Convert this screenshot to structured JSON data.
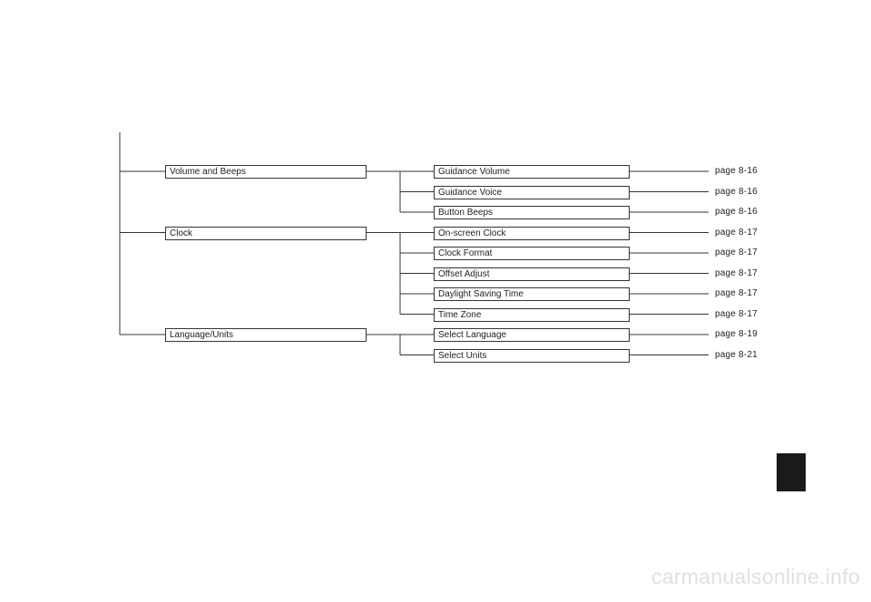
{
  "menu": [
    {
      "label": "Volume and Beeps",
      "items": [
        {
          "label": "Guidance Volume",
          "ref": "page 8-16"
        },
        {
          "label": "Guidance Voice",
          "ref": "page 8-16"
        },
        {
          "label": "Button Beeps",
          "ref": "page 8-16"
        }
      ]
    },
    {
      "label": "Clock",
      "items": [
        {
          "label": "On-screen Clock",
          "ref": "page 8-17"
        },
        {
          "label": "Clock Format",
          "ref": "page 8-17"
        },
        {
          "label": "Offset Adjust",
          "ref": "page 8-17"
        },
        {
          "label": "Daylight Saving Time",
          "ref": "page 8-17"
        },
        {
          "label": "Time Zone",
          "ref": "page 8-17"
        }
      ]
    },
    {
      "label": "Language/Units",
      "items": [
        {
          "label": "Select Language",
          "ref": "page 8-19"
        },
        {
          "label": "Select Units",
          "ref": "page 8-21"
        }
      ]
    }
  ],
  "watermark": "carmanualsonline.info"
}
